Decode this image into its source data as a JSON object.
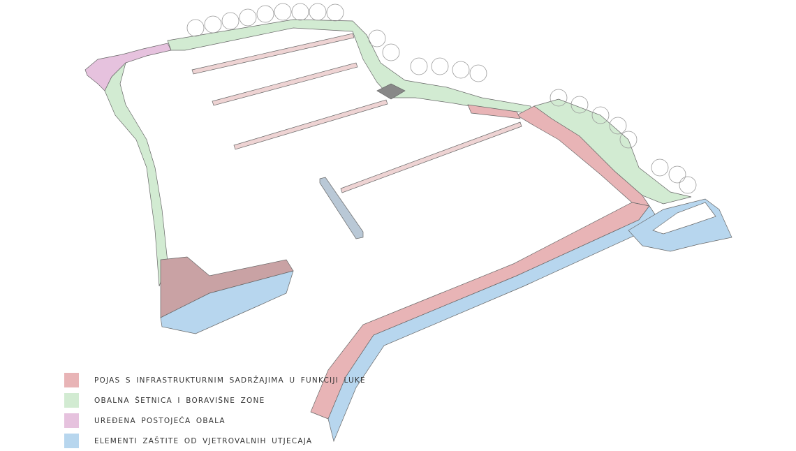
{
  "colors": {
    "infrastructure": "#e8b4b6",
    "promenade": "#d2ebd2",
    "existing_shore": "#e6c2de",
    "wave_protection": "#b7d6ee",
    "pier": "#eed3d3",
    "tree": "#999999"
  },
  "legend": [
    {
      "label": "POJAS S INFRASTRUKTURNIM SADRŽAJIMA U FUNKCIJI LUKE",
      "color": "#e8b4b6"
    },
    {
      "label": "OBALNA ŠETNICA I BORAVIŠNE ZONE",
      "color": "#d2ebd2"
    },
    {
      "label": "UREĐENA POSTOJEĆA OBALA",
      "color": "#e6c2de"
    },
    {
      "label": "ELEMENTI ZAŠTITE OD VJETROVALNIH UTJECAJA",
      "color": "#b7d6ee"
    }
  ]
}
